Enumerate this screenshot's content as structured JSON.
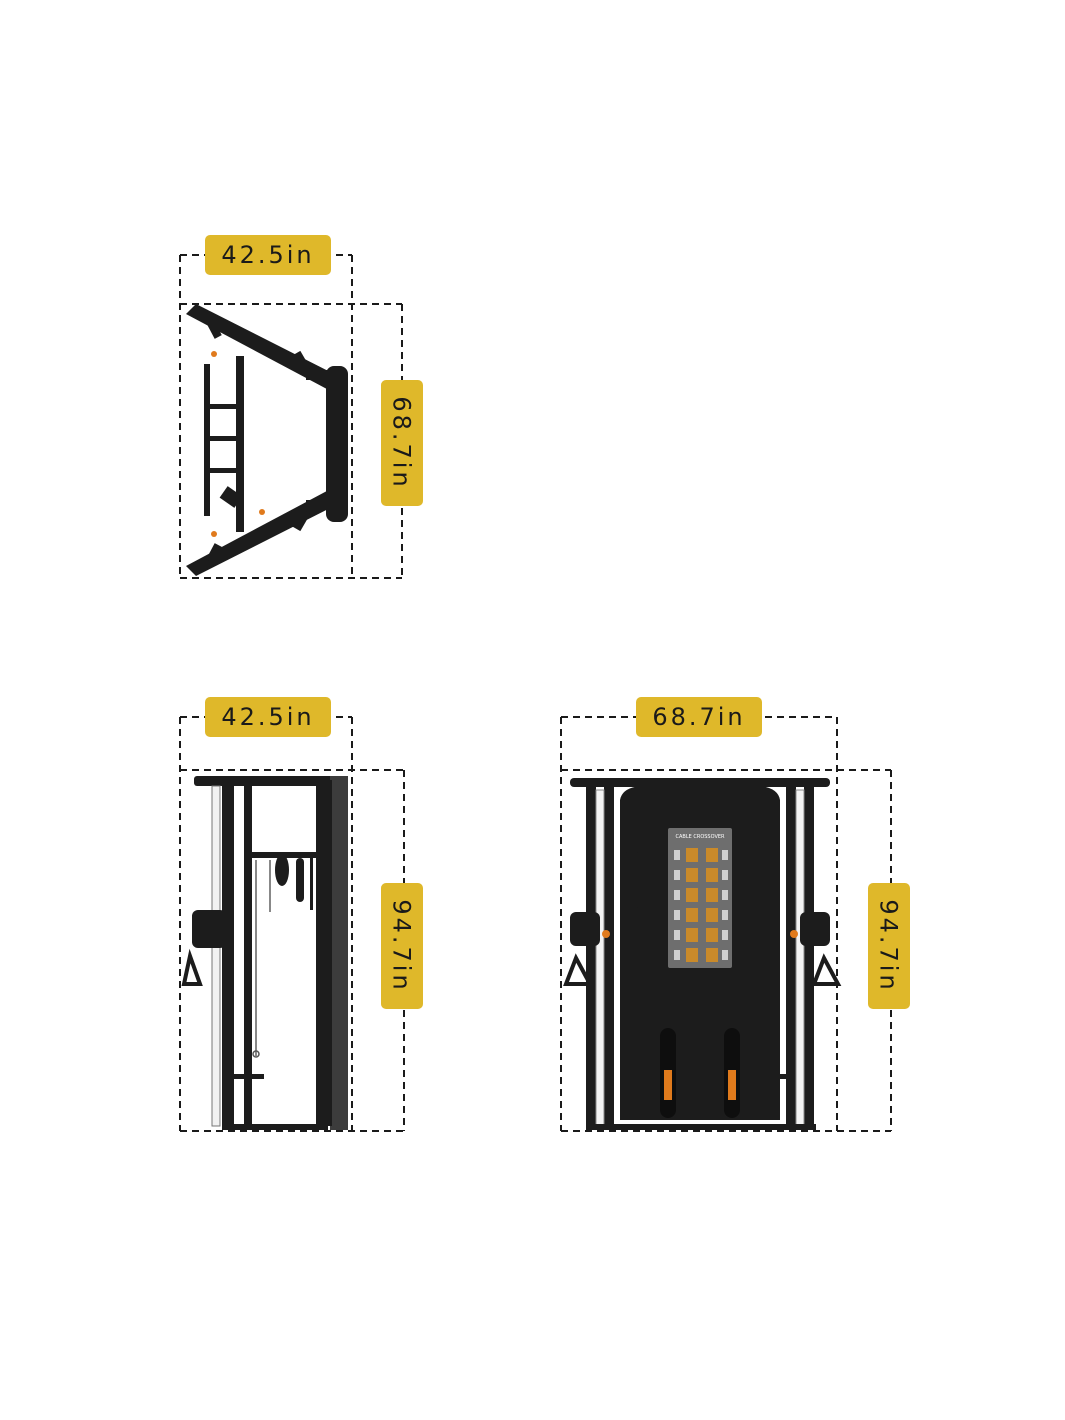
{
  "views": {
    "top": {
      "width_label": "42.5in",
      "depth_label": "68.7in"
    },
    "side": {
      "width_label": "42.5in",
      "height_label": "94.7in"
    },
    "front": {
      "width_label": "68.7in",
      "height_label": "94.7in",
      "panel_title": "CABLE CROSSOVER"
    }
  },
  "colors": {
    "label_bg": "#dfb82a",
    "frame": "#1c1c1c",
    "accent": "#e07a1c"
  }
}
